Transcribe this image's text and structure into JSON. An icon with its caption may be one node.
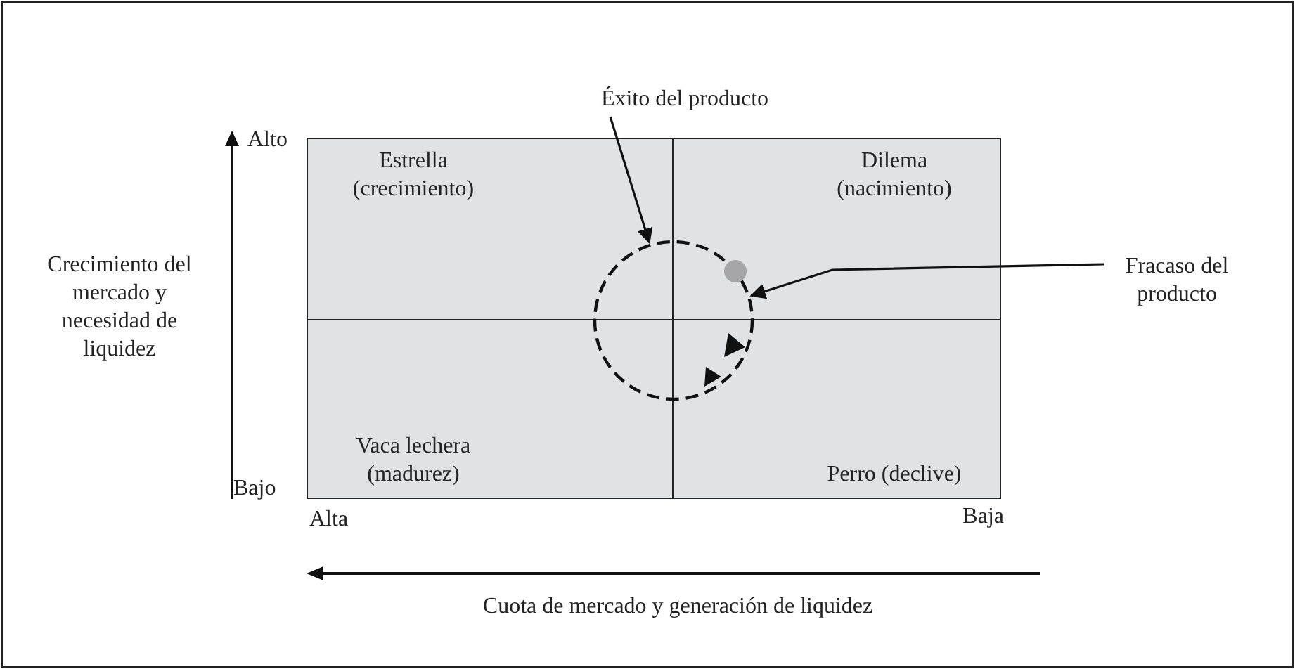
{
  "diagram": {
    "nodes": [
      {
        "text": [
          "Estrella (crecimiento)"
        ]
      },
      {
        "text": [
          "Dilema (nacimiento)"
        ]
      },
      {
        "text": [
          "Vaca lechera (madurez)"
        ]
      },
      {
        "text": [
          "Perro (declive)"
        ]
      },
      {
        "text": [],
        "shape": "circle"
      },
      {
        "text": [
          "Éxito del producto"
        ]
      },
      {
        "text": [
          "Fracaso del producto"
        ]
      }
    ],
    "edges": [
      {
        "from": 5,
        "to": 4,
        "arrow": "to"
      },
      {
        "from": 6,
        "to": 4,
        "arrow": "to"
      }
    ],
    "labels": [
      "Alto",
      "Bajo",
      "Crecimiento del mercado y necesidad de liquidez",
      "Alta",
      "Baja",
      "Cuota de mercado y generación de liquidez"
    ]
  }
}
